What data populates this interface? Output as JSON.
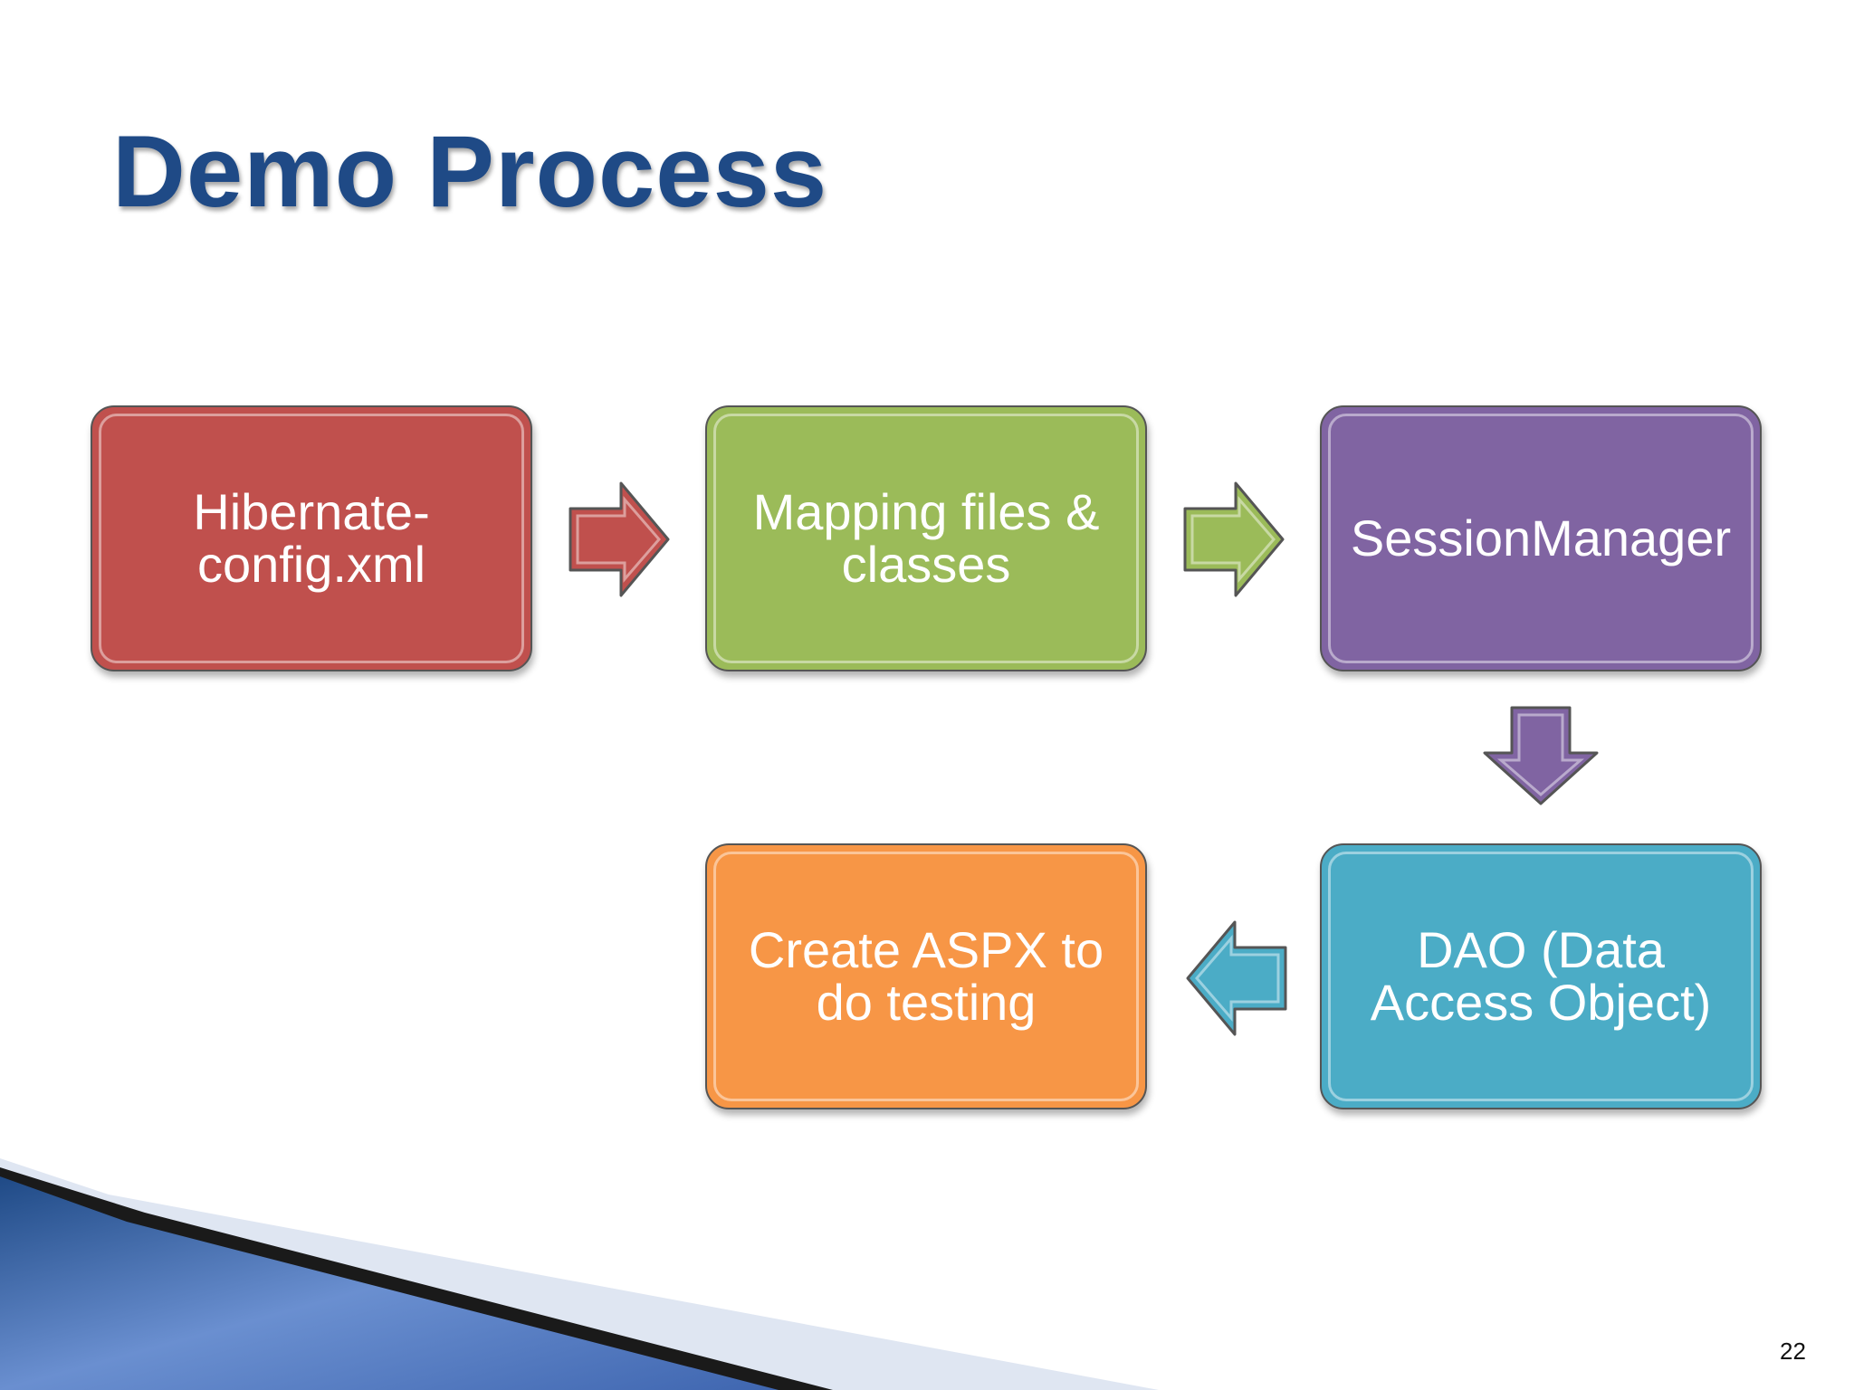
{
  "slide": {
    "title": "Demo Process",
    "page_number": "22"
  },
  "steps": [
    {
      "id": "hibernate-config",
      "lines": [
        "Hibernate-",
        "config.xml"
      ],
      "color": "#c0504d"
    },
    {
      "id": "mapping-files",
      "lines": [
        "Mapping files &",
        "classes"
      ],
      "color": "#9bbb59"
    },
    {
      "id": "session-manager",
      "lines": [
        "SessionManager"
      ],
      "color": "#8064a2"
    },
    {
      "id": "dao",
      "lines": [
        "DAO (Data",
        "Access Object)"
      ],
      "color": "#4bacc6"
    },
    {
      "id": "create-aspx",
      "lines": [
        "Create ASPX to",
        "do testing"
      ],
      "color": "#f79646"
    }
  ],
  "connectors": [
    {
      "from": "hibernate-config",
      "to": "mapping-files",
      "direction": "right",
      "color": "#c0504d"
    },
    {
      "from": "mapping-files",
      "to": "session-manager",
      "direction": "right",
      "color": "#9bbb59"
    },
    {
      "from": "session-manager",
      "to": "dao",
      "direction": "down",
      "color": "#8064a2"
    },
    {
      "from": "dao",
      "to": "create-aspx",
      "direction": "left",
      "color": "#4bacc6"
    }
  ],
  "theme": {
    "title_color": "#1f4a86",
    "swoosh_dark": "#1f4a86",
    "swoosh_light": "#6a8fd0"
  }
}
